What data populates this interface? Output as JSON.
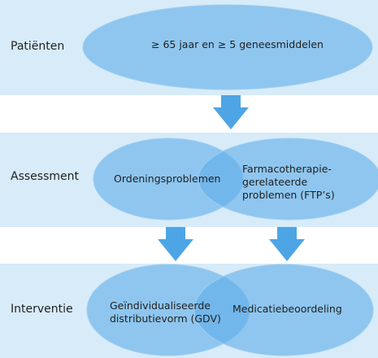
{
  "rows": {
    "row1": {
      "label": "Patiënten"
    },
    "row2": {
      "label": "Assessment"
    },
    "row3": {
      "label": "Interventie"
    }
  },
  "ellipses": {
    "criteria": {
      "text": "≥ 65 jaar en ≥ 5 geneesmiddelen"
    },
    "ordening": {
      "text": "Ordeningsproblemen"
    },
    "ftp": {
      "text": "Farmacotherapie-gerelateerde problemen (FTP’s)"
    },
    "gdv": {
      "text": "Geïndividualiseerde distributievorm (GDV)"
    },
    "medicatie": {
      "text": "Medicatiebeoordeling"
    }
  },
  "colors": {
    "band": "#d7ebf9",
    "ellipse": "#5faee8",
    "arrow": "#4ea5e6"
  }
}
